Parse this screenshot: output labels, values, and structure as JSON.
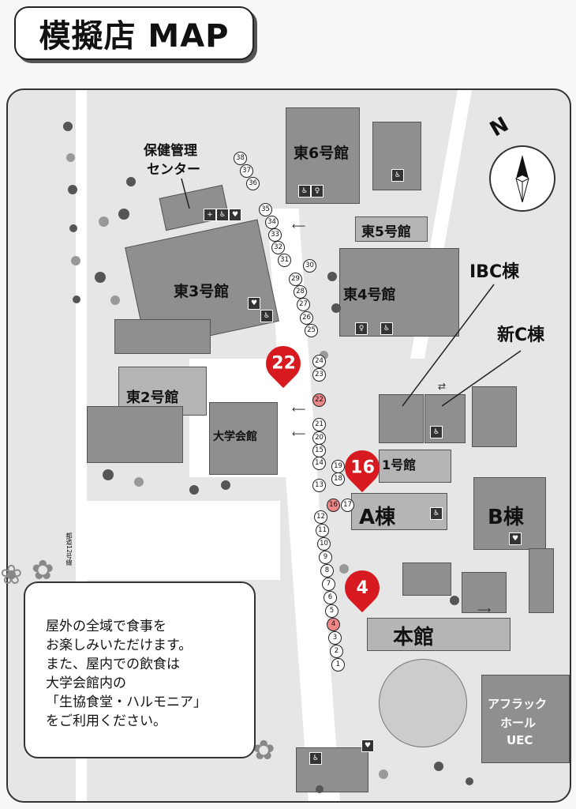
{
  "title": "模擬店 MAP",
  "compass": {
    "label": "N",
    "icon": "compass-icon"
  },
  "buildings": {
    "higashi6": "東6号館",
    "higashi5": "東5号館",
    "higashi4": "東4号館",
    "higashi3": "東3号館",
    "higashi2": "東2号館",
    "daigaku_kaikan": "大学会館",
    "hoken_line1": "保健管理",
    "hoken_line2": "センター",
    "ibc": "IBC棟",
    "shin_c": "新C棟",
    "ichigokan": "1号館",
    "a_to": "A棟",
    "b_to": "B棟",
    "honkan": "本館",
    "aflac_line1": "アフラック",
    "aflac_line2": "ホール",
    "aflac_line3": "UEC"
  },
  "pins": [
    {
      "label": "22"
    },
    {
      "label": "16"
    },
    {
      "label": "4"
    }
  ],
  "stalls": [
    "1",
    "2",
    "3",
    "4",
    "5",
    "6",
    "7",
    "8",
    "9",
    "10",
    "11",
    "12",
    "13",
    "14",
    "15",
    "16",
    "17",
    "18",
    "19",
    "20",
    "21",
    "22",
    "23",
    "24",
    "25",
    "26",
    "27",
    "28",
    "29",
    "30",
    "31",
    "32",
    "33",
    "34",
    "35",
    "36",
    "37",
    "38"
  ],
  "note": {
    "line1": "屋外の全域で食事を",
    "line2": "お楽しみいただけます。",
    "line3": "また、屋内での飲食は",
    "line4": "大学会館内の",
    "line5": "「生協食堂・ハルモニア」",
    "line6": "をご利用ください。"
  },
  "road_label": "都道12号線",
  "colors": {
    "pin": "#d71920",
    "highlight_stall": "#e88888",
    "building": "#8f8f8f"
  }
}
